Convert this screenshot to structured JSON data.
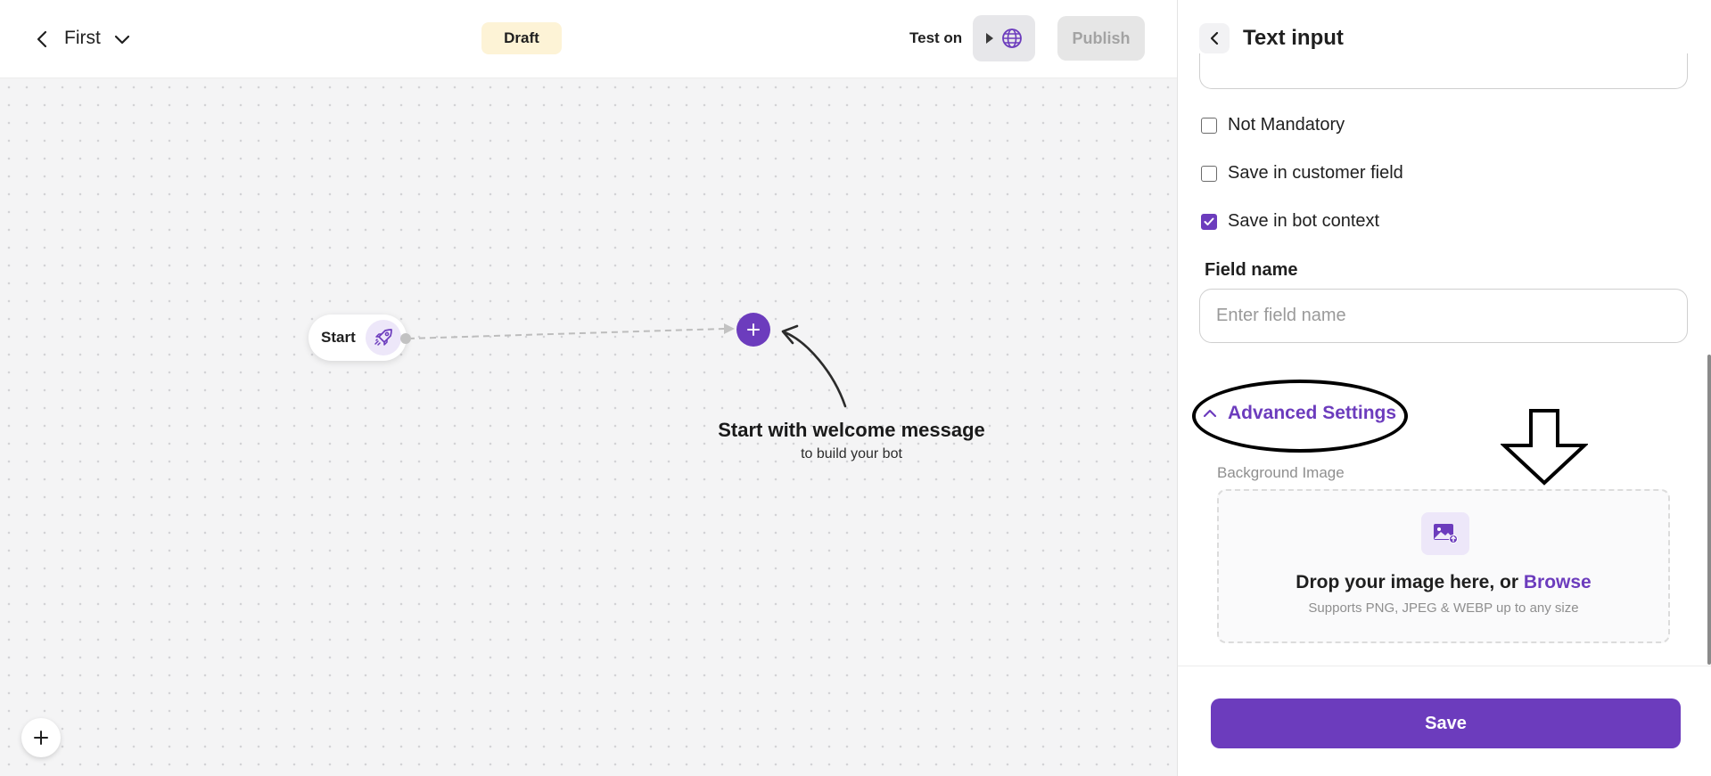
{
  "header": {
    "flow_name": "First",
    "status": "Draft",
    "test_label": "Test on",
    "publish_label": "Publish"
  },
  "canvas": {
    "start_node_label": "Start",
    "hint_title": "Start with welcome message",
    "hint_subtitle": "to build your bot",
    "add_node_symbol": "+"
  },
  "panel": {
    "title": "Text input",
    "options": [
      {
        "label": "Not Mandatory",
        "checked": false
      },
      {
        "label": "Save in customer field",
        "checked": false
      },
      {
        "label": "Save in bot context",
        "checked": true
      }
    ],
    "field_name_label": "Field name",
    "field_name_placeholder": "Enter field name",
    "field_name_value": "",
    "advanced_label": "Advanced Settings",
    "background_image_label": "Background Image",
    "dropzone_text": "Drop your image here, or",
    "dropzone_browse": "Browse",
    "dropzone_hint": "Supports PNG, JPEG & WEBP up to any size",
    "save_label": "Save"
  },
  "colors": {
    "accent": "#6c3cbd",
    "draft_badge_bg": "#fdf3d6",
    "canvas_bg": "#f4f4f5"
  },
  "icons": {
    "back": "chevron-left-icon",
    "dropdown": "chevron-down-icon",
    "play": "play-icon",
    "globe": "globe-icon",
    "rocket": "rocket-icon",
    "plus": "plus-icon",
    "collapse": "chevron-up-icon",
    "image_upload": "image-upload-icon",
    "check": "check-icon"
  }
}
